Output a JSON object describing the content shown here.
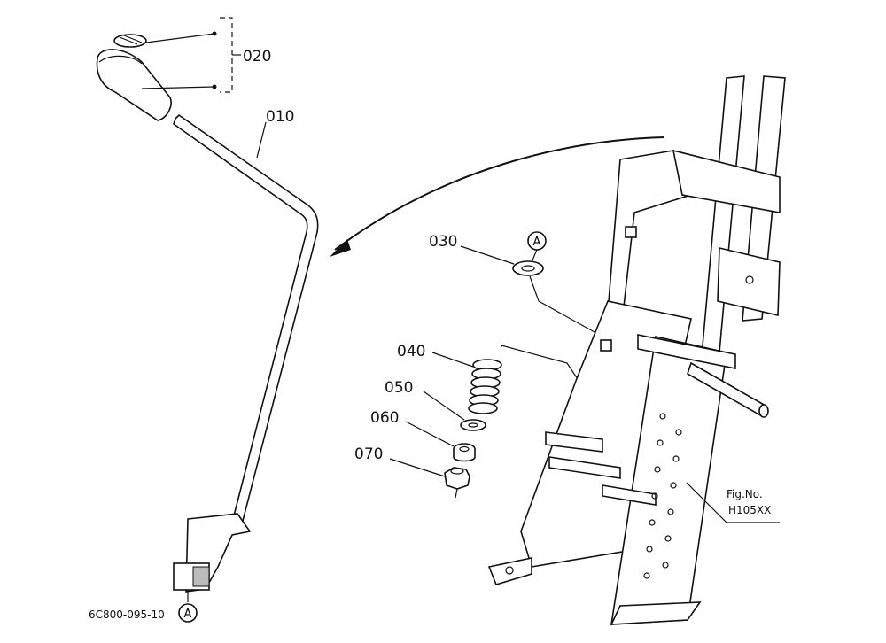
{
  "callouts": {
    "p020": "020",
    "p010": "010",
    "p030": "030",
    "p040": "040",
    "p050": "050",
    "p060": "060",
    "p070": "070",
    "ref_a_top": "A",
    "ref_a_bottom": "A"
  },
  "figure": {
    "fig_label": "Fig.No.",
    "fig_number": "H105XX",
    "drawing_code": "6C800-095-10"
  }
}
